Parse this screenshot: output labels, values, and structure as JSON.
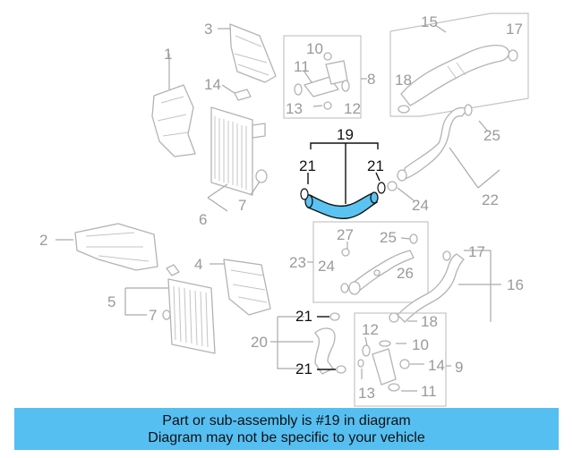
{
  "diagram": {
    "callouts": [
      "1",
      "2",
      "3",
      "4",
      "5",
      "6",
      "7",
      "7",
      "8",
      "9",
      "10",
      "10",
      "11",
      "11",
      "12",
      "12",
      "13",
      "13",
      "14",
      "14",
      "15",
      "16",
      "17",
      "17",
      "18",
      "18",
      "19",
      "20",
      "21",
      "21",
      "21",
      "21",
      "22",
      "23",
      "24",
      "24",
      "25",
      "25",
      "26",
      "27"
    ],
    "highlighted_part": "19",
    "colors": {
      "highlight_part": "#5bc3f2",
      "part_line": "#b3b3b3",
      "callout_gray": "#9a9a9a",
      "callout_highlight": "#111111",
      "info_bar": "#56bff2"
    }
  },
  "info_bar": {
    "line1": "Part or sub-assembly is #19 in diagram",
    "line2": "Diagram may not be specific to your vehicle"
  }
}
